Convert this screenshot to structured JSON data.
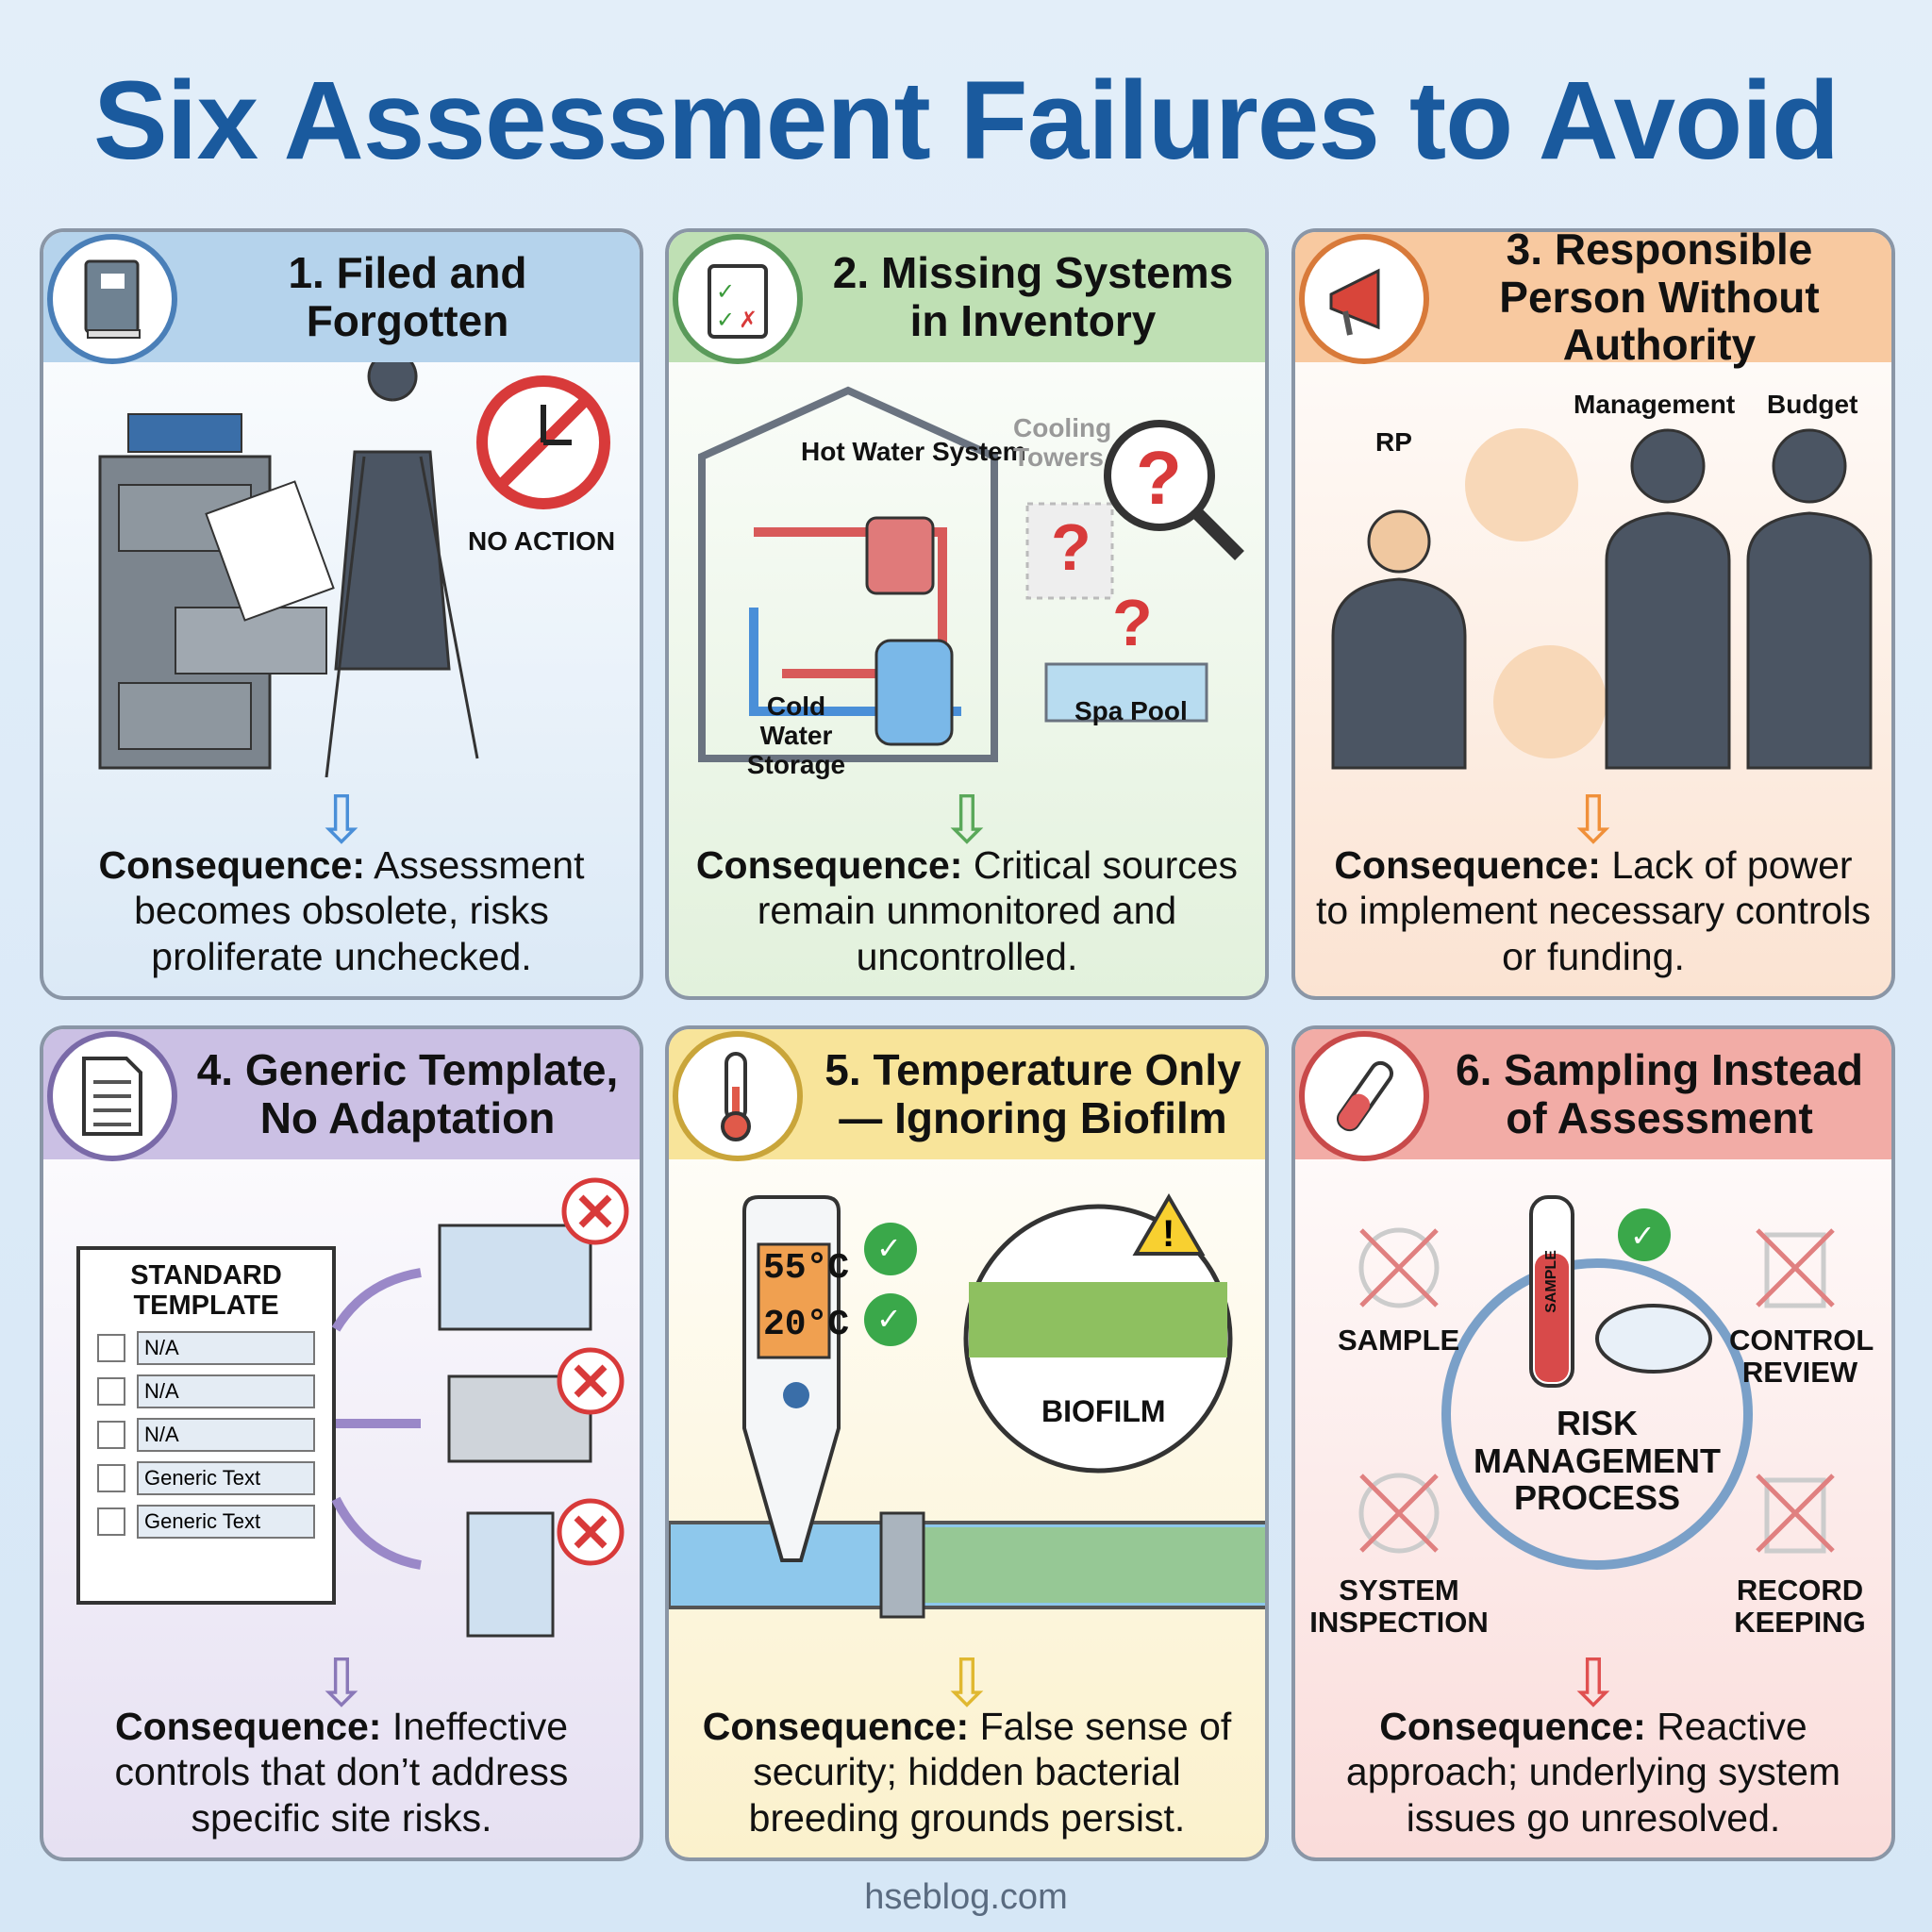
{
  "title": "Six Assessment Failures to Avoid",
  "footer": "hseblog.com",
  "consequence_label": "Consequence:",
  "panels": [
    {
      "title": "1. Filed and Forgotten",
      "color": "#4a7fb8",
      "labels": {
        "no_action": "NO ACTION"
      },
      "icon": "book-icon",
      "consequence": "Assessment becomes obsolete, risks proliferate unchecked."
    },
    {
      "title": "2. Missing Systems in Inventory",
      "color": "#5a9a5a",
      "labels": {
        "hot_water": "Hot Water System",
        "cooling": "Cooling Towers",
        "cold_water": "Cold Water Storage",
        "spa": "Spa Pool"
      },
      "icon": "clipboard-icon",
      "consequence": "Critical sources remain unmonitored and uncontrolled."
    },
    {
      "title": "3. Responsible Person Without Authority",
      "color": "#d87a3a",
      "labels": {
        "rp": "RP",
        "management": "Management",
        "budget": "Budget"
      },
      "icon": "megaphone-icon",
      "consequence": "Lack of power to implement necessary controls or funding."
    },
    {
      "title": "4. Generic Template, No Adaptation",
      "color": "#7a6aa8",
      "labels": {
        "template": "STANDARD TEMPLATE",
        "rows": [
          "N/A",
          "N/A",
          "N/A",
          "Generic Text",
          "Generic Text"
        ]
      },
      "icon": "document-icon",
      "consequence": "Ineffective controls that don’t address specific site risks."
    },
    {
      "title": "5. Temperature Only — Ignoring Biofilm",
      "color": "#c9a53a",
      "labels": {
        "t1": "55°C",
        "t2": "20°C",
        "biofilm": "BIOFILM"
      },
      "icon": "thermometer-icon",
      "consequence": "False sense of security; hidden bacterial breeding grounds persist."
    },
    {
      "title": "6. Sampling Instead of Assessment",
      "color": "#c84a4a",
      "labels": {
        "sample": "SAMPLE",
        "control": "CONTROL REVIEW",
        "system": "SYSTEM INSPECTION",
        "record": "RECORD KEEPING",
        "process": "RISK MANAGEMENT PROCESS",
        "tube": "SAMPLE"
      },
      "icon": "test-tube-icon",
      "consequence": "Reactive approach; underlying system issues go unresolved."
    }
  ]
}
